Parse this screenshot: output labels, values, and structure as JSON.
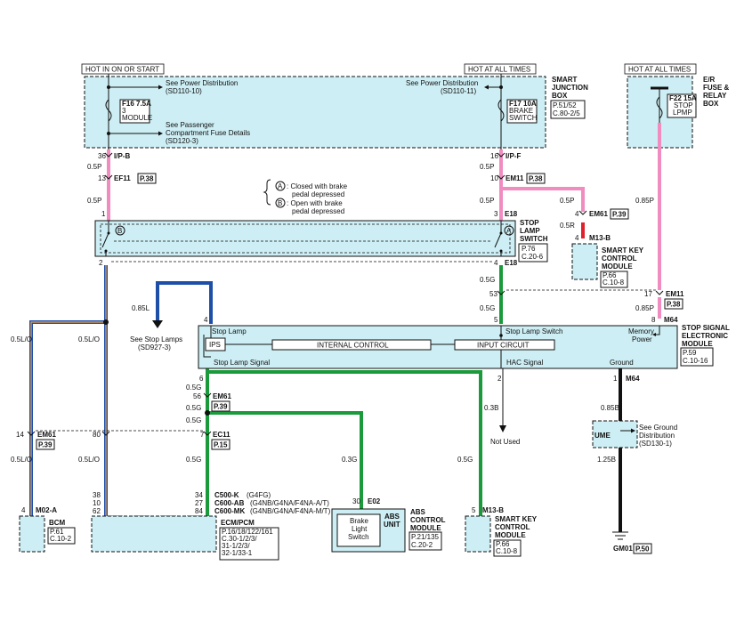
{
  "headers": {
    "hot_on_start": "HOT IN ON OR START",
    "hot_all_1": "HOT AT ALL TIMES",
    "hot_all_2": "HOT AT ALL TIMES"
  },
  "smart_junction_box": {
    "label1": "SMART",
    "label2": "JUNCTION",
    "label3": "BOX",
    "ref1": "P.51/52",
    "ref2": "C.80-2/5",
    "see_power_1a": "See Power Distribution",
    "see_power_1b": "(SD110-10)",
    "see_power_2a": "See Power Distribution",
    "see_power_2b": "(SD110-11)",
    "see_pass_a": "See Passenger",
    "see_pass_b": "Compartment Fuse Details",
    "see_pass_c": "(SD120-3)",
    "fuse1_name": "F16 7.5A",
    "fuse1_l2": "3",
    "fuse1_l3": "MODULE",
    "fuse2_name": "F17 10A",
    "fuse2_l2": "BRAKE",
    "fuse2_l3": "SWITCH"
  },
  "er_fuse_box": {
    "label1": "E/R",
    "label2": "FUSE &",
    "label3": "RELAY",
    "label4": "BOX",
    "fuse_name": "F22 15A",
    "fuse_l2": "STOP",
    "fuse_l3": "LPMP"
  },
  "left_column": {
    "pin36": "36",
    "conn_ipb": "I/P-B",
    "w1": "0.5P",
    "pin13": "13",
    "conn_ef11": "EF11",
    "ref_ef11": "P.38",
    "w2": "0.5P",
    "pin1": "1"
  },
  "mid_column": {
    "pin16": "16",
    "conn_ipf": "I/P-F",
    "w1": "0.5P",
    "pin10": "10",
    "conn_em11": "EM11",
    "ref_em11": "P.38",
    "w2": "0.5P",
    "pin3": "3",
    "conn_e18": "E18"
  },
  "legend": {
    "a_sym": "A",
    "a_text1": ": Closed with brake",
    "a_text2": "pedal depressed",
    "b_sym": "B",
    "b_text1": ": Open with brake",
    "b_text2": "pedal depressed"
  },
  "stop_lamp_switch": {
    "label1": "STOP",
    "label2": "LAMP",
    "label3": "SWITCH",
    "ref": "P.76",
    "ref2": "C.20-6",
    "sym_a": "A",
    "sym_b": "B",
    "pin2": "2",
    "pin4": "4",
    "conn_e18": "E18"
  },
  "smart_key_top": {
    "w": "0.5P",
    "pin4": "4",
    "conn_em61": "EM61",
    "ref_em61": "P.39",
    "w2": "0.5R",
    "pin4b": "4",
    "conn_m13b": "M13-B",
    "label1": "SMART KEY",
    "label2": "CONTROL",
    "label3": "MODULE",
    "ref": "P.66",
    "ref2": "C.10-8"
  },
  "right_column": {
    "w1": "0.85P",
    "pin17": "17",
    "conn_em11": "EM11",
    "ref_em11": "P.38",
    "w2": "0.85P",
    "pin8": "8",
    "conn_m64": "M64"
  },
  "green_mid": {
    "w1": "0.5G",
    "pin53": "53",
    "w2": "0.5G",
    "pin5": "5"
  },
  "blue_wire": {
    "w": "0.85L",
    "pin4": "4",
    "see_stop_a": "See Stop Lamps",
    "see_stop_b": "(SD927-3)"
  },
  "stop_signal_module": {
    "label1": "STOP SIGNAL",
    "label2": "ELECTRONIC",
    "label3": "MODULE",
    "ref": "P.59",
    "ref2": "C.10-16",
    "stop_lamp": "Stop Lamp",
    "stop_lamp_switch": "Stop Lamp Switch",
    "memory1": "Memory",
    "memory2": "Power",
    "ips": "IPS",
    "internal": "INTERNAL CONTROL",
    "input": "INPUT CIRCUIT",
    "sl_signal": "Stop Lamp Signal",
    "hac": "HAC Signal",
    "ground": "Ground"
  },
  "lower": {
    "lo_left": "0.5L/O",
    "lo_mid": "0.5L/O",
    "pin6": "6",
    "w_g1": "0.5G",
    "pin56": "56",
    "conn_em61": "EM61",
    "ref_em61": "P.39",
    "w_g2": "0.5G",
    "w_g3": "0.5G",
    "pin7": "7",
    "conn_ec11": "EC11",
    "ref_ec11": "P.15",
    "w_g4": "0.5G",
    "pin14": "14",
    "conn_em61_l": "EM61",
    "ref_em61_l": "P.39",
    "w_lo3": "0.5L/O",
    "pin80": "80",
    "w_lo4": "0.5L/O",
    "pin2_hac": "2",
    "w_03b": "0.3B",
    "not_used": "Not Used",
    "pin1_gnd": "1",
    "conn_m64": "M64",
    "w_085b": "0.85B",
    "ume": "UME",
    "see_ground_a": "See Ground",
    "see_ground_b": "Distribution",
    "see_ground_c": "(SD130-1)",
    "w_125b": "1.25B",
    "gm01": "GM01",
    "ref_gm01": "P.50",
    "w_03g": "0.3G",
    "w_05g_r": "0.5G"
  },
  "bcm": {
    "pin4": "4",
    "conn": "M02-A",
    "label": "BCM",
    "ref": "P.61",
    "ref2": "C.10-2"
  },
  "ecm": {
    "pin38": "38",
    "pin10": "10",
    "pin62": "62",
    "pin34": "34",
    "pin27": "27",
    "pin84": "84",
    "c500k": "C500-K",
    "c500k_s": "(G4FG)",
    "c600ab": "C600-AB",
    "c600ab_s": "(G4NB/G4NA/F4NA-A/T)",
    "c600mk": "C600-MK",
    "c600mk_s": "(G4NB/G4NA/F4NA-M/T)",
    "label": "ECM/PCM",
    "ref1": "P.16/18/122/161",
    "ref2": "C.30-1/2/3/",
    "ref3": "31-1/2/3/",
    "ref4": "32-1/33-1"
  },
  "abs": {
    "pin30": "30",
    "conn": "E02",
    "inner1": "Brake",
    "inner2": "Light",
    "inner3": "Switch",
    "abs_unit1": "ABS",
    "abs_unit2": "UNIT",
    "label1": "ABS",
    "label2": "CONTROL",
    "label3": "MODULE",
    "ref": "P.21/135",
    "ref2": "C.20-2"
  },
  "smart_key_bottom": {
    "pin5": "5",
    "conn": "M13-B",
    "label1": "SMART KEY",
    "label2": "CONTROL",
    "label3": "MODULE",
    "ref": "P.66",
    "ref2": "C.10-8"
  }
}
